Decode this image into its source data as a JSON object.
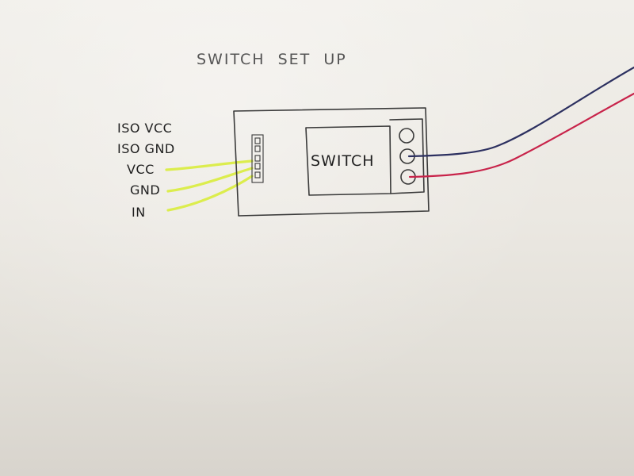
{
  "title": "SWITCH  SET  UP",
  "pin_labels": [
    "ISO VCC",
    "ISO GND",
    "VCC",
    "GND",
    "IN"
  ],
  "module_label": "SWITCH",
  "colors": {
    "paper": "#ebe8e2",
    "ink": "#3a3a3a",
    "signal_wires": "#d9ec3c",
    "dark_wire": "#2c3060",
    "red_wire": "#c8234a"
  },
  "header_pin_count": 5,
  "screw_terminal_count": 3
}
